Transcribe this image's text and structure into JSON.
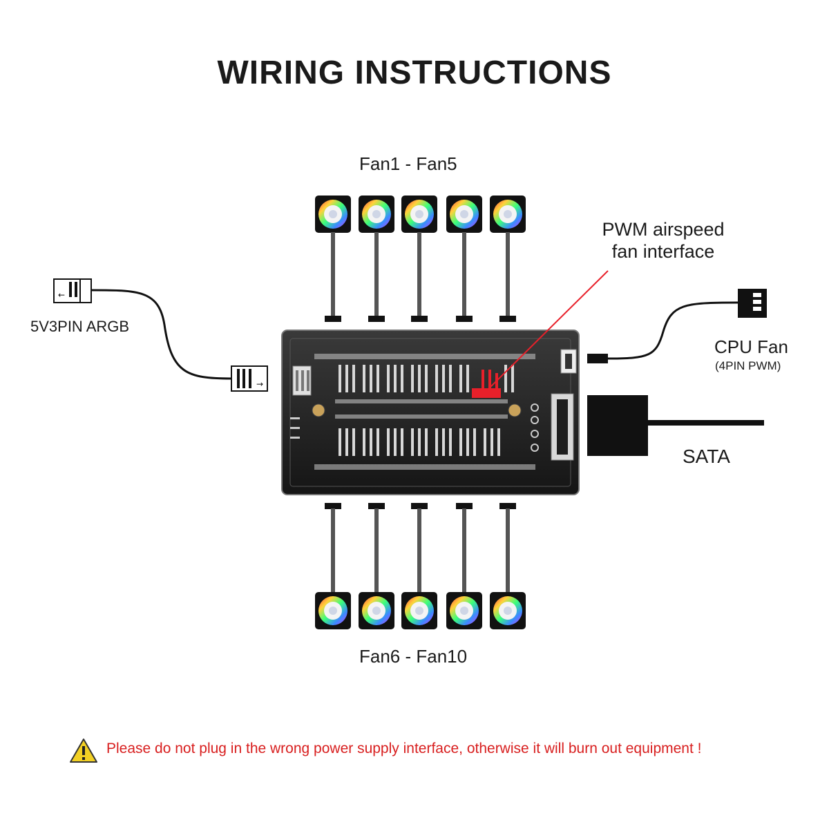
{
  "title": "WIRING INSTRUCTIONS",
  "labels": {
    "fans_top": "Fan1 - Fan5",
    "fans_bottom": "Fan6 - Fan10",
    "pwm": "PWM airspeed fan interface",
    "argb": "5V3PIN ARGB",
    "cpu_fan": "CPU Fan",
    "cpu_fan_sub": "(4PIN PWM)",
    "sata": "SATA"
  },
  "warning": {
    "text": "Please do not plug in the wrong power supply interface, otherwise it will burn out equipment !",
    "icon": "warning-triangle-icon"
  },
  "colors": {
    "warning_text": "#d81e1e",
    "pwm_pointer": "#e8202a",
    "hub_body": "#2a2a2a"
  },
  "fans": {
    "top_count": 5,
    "bottom_count": 5,
    "icon": "rgb-fan-icon"
  }
}
